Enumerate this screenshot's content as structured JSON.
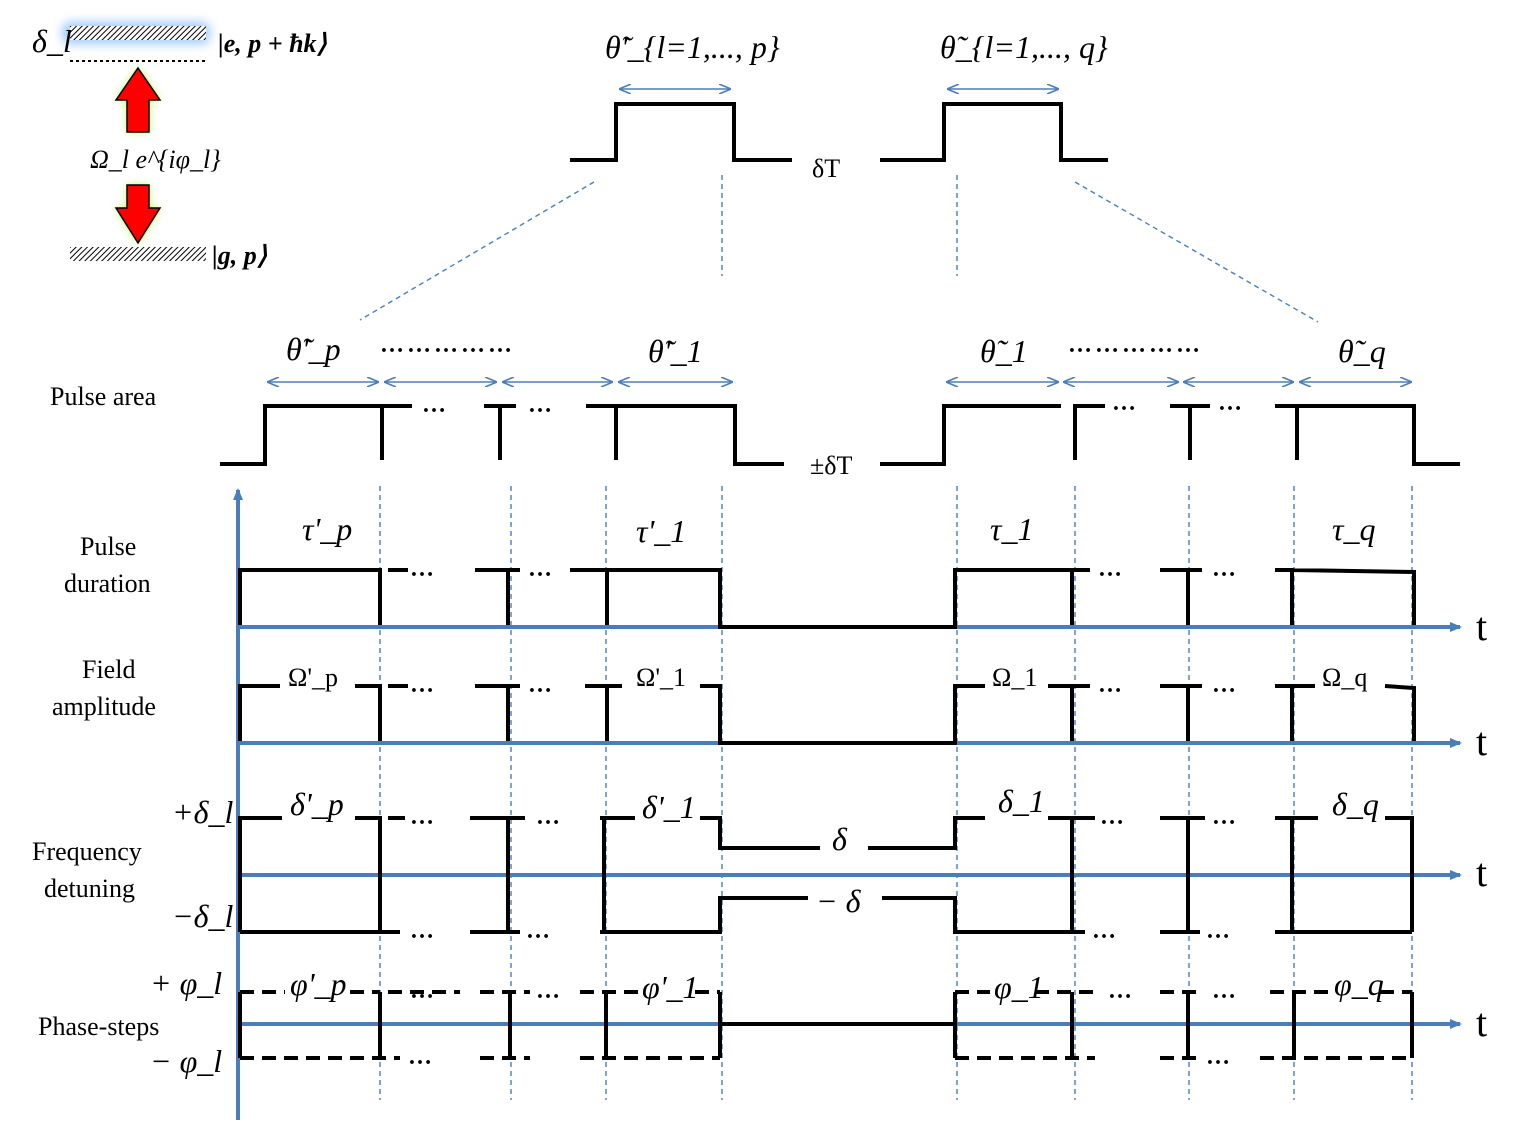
{
  "level_diagram": {
    "detuning_label": "δ_l",
    "excited_state": "|e, p + ħk⟩",
    "ground_state": "|g, p⟩",
    "coupling": "Ω_l e^{iφ_l}"
  },
  "top_sequence": {
    "left_block": "θ̃'_{l=1,..., p}",
    "right_block": "θ̃_{l=1,..., q}",
    "gap": "δT"
  },
  "pulse_area": {
    "label": "Pulse area",
    "gap": "±δT",
    "left_first": "θ̃'_p",
    "left_last": "θ̃'_1",
    "right_first": "θ̃_1",
    "right_last": "θ̃_q",
    "ellipsis": "……………",
    "dots": "…"
  },
  "rows": {
    "duration": {
      "label_line1": "Pulse",
      "label_line2": "duration",
      "left_first": "τ'_p",
      "left_last": "τ'_1",
      "right_first": "τ_1",
      "right_last": "τ_q"
    },
    "amplitude": {
      "label_line1": "Field",
      "label_line2": "amplitude",
      "left_first": "Ω'_p",
      "left_last": "Ω'_1",
      "right_first": "Ω_1",
      "right_last": "Ω_q"
    },
    "detuning": {
      "label_line1": "Frequency",
      "label_line2": "detuning",
      "plus": "+δ_l",
      "minus": "−δ_l",
      "left_first": "δ'_p",
      "left_last": "δ'_1",
      "right_first": "δ_1",
      "right_last": "δ_q",
      "mid_plus": "δ",
      "mid_minus": "− δ"
    },
    "phase": {
      "label": "Phase-steps",
      "plus": "+ φ_l",
      "minus": "− φ_l",
      "left_first": "φ'_p",
      "left_last": "φ'_1",
      "right_first": "φ_1",
      "right_last": "φ_q"
    }
  },
  "axis_label": "t",
  "colors": {
    "axis": "#4a7ebb",
    "arrow_fill": "#ff0000",
    "arrow_glow": "#aaff44",
    "level_glow": "#9ecbff",
    "line": "#000000"
  }
}
